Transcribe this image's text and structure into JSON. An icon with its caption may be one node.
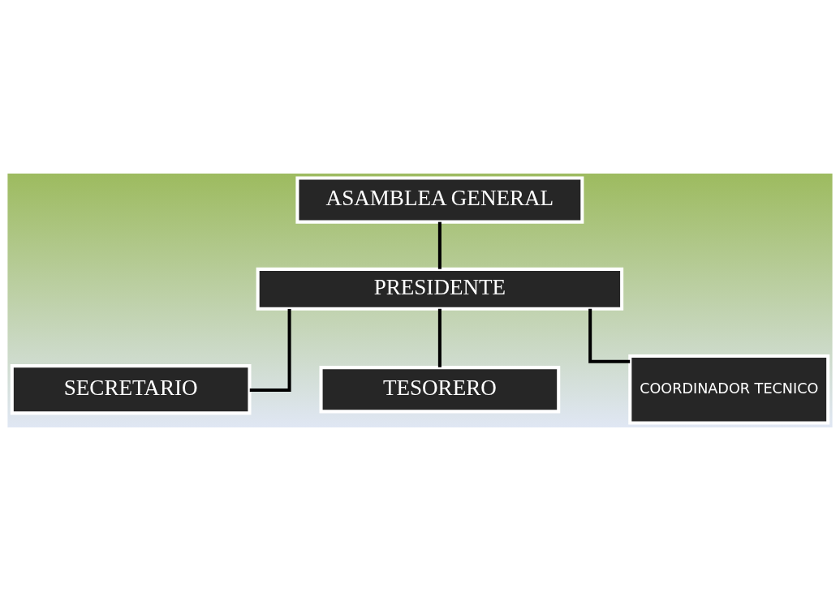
{
  "diagram": {
    "nodes": [
      {
        "text": [
          "ASAMBLEA GENERAL"
        ]
      },
      {
        "text": [
          "PRESIDENTE"
        ]
      },
      {
        "text": [
          "SECRETARIO"
        ]
      },
      {
        "text": [
          "TESORERO"
        ]
      },
      {
        "text": [
          "COORDINADOR TECNICO"
        ]
      }
    ],
    "edges": [
      {
        "from": 0,
        "to": 1,
        "arrow": "none"
      },
      {
        "from": 1,
        "to": 2,
        "arrow": "none"
      },
      {
        "from": 1,
        "to": 3,
        "arrow": "none"
      },
      {
        "from": 1,
        "to": 4,
        "arrow": "none"
      }
    ]
  }
}
